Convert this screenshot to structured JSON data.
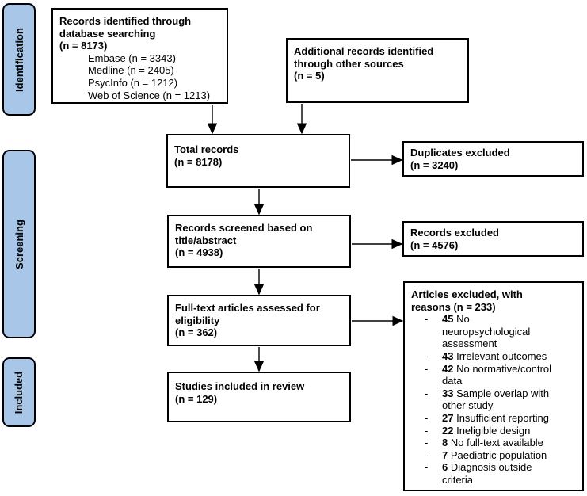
{
  "colors": {
    "sidebar_fill": "#a8c7e8",
    "border": "#000000",
    "background": "#ffffff"
  },
  "sidebar": {
    "stages": [
      {
        "label": "Identification"
      },
      {
        "label": "Screening"
      },
      {
        "label": "Included"
      }
    ]
  },
  "flow": {
    "records_identified": {
      "title": "Records identified through\ndatabase searching\n(n = 8173)",
      "databases": [
        {
          "label": "Embase (n = 3343)"
        },
        {
          "label": "Medline (n = 2405)"
        },
        {
          "label": "PsycInfo (n = 1212)"
        },
        {
          "label": "Web of Science (n = 1213)"
        }
      ]
    },
    "additional_records": {
      "title": "Additional records identified\nthrough other sources\n(n = 5)"
    },
    "total_records": {
      "title": "Total records\n(n = 8178)"
    },
    "duplicates_excluded": {
      "title": "Duplicates excluded\n(n = 3240)"
    },
    "records_screened": {
      "title": "Records screened based on\ntitle/abstract\n(n = 4938)"
    },
    "records_excluded": {
      "title": "Records excluded\n(n = 4576)"
    },
    "fulltext_assessed": {
      "title": "Full-text articles assessed for\neligibility\n(n = 362)"
    },
    "articles_excluded": {
      "title": "Articles excluded, with\nreasons (n = 233)",
      "bullet": "-",
      "reasons": [
        {
          "count": "45",
          "text": "No\nneuropsychological\nassessment"
        },
        {
          "count": "43",
          "text": "Irrelevant outcomes"
        },
        {
          "count": "42",
          "text": "No normative/control\ndata"
        },
        {
          "count": "33",
          "text": "Sample overlap with\nother study"
        },
        {
          "count": "27",
          "text": "Insufficient reporting"
        },
        {
          "count": "22",
          "text": "Ineligible design"
        },
        {
          "count": "8",
          "text": "No full-text available"
        },
        {
          "count": "7",
          "text": "Paediatric population"
        },
        {
          "count": "6",
          "text": "Diagnosis outside\ncriteria"
        }
      ]
    },
    "studies_included": {
      "title": "Studies included in review\n(n = 129)"
    }
  }
}
